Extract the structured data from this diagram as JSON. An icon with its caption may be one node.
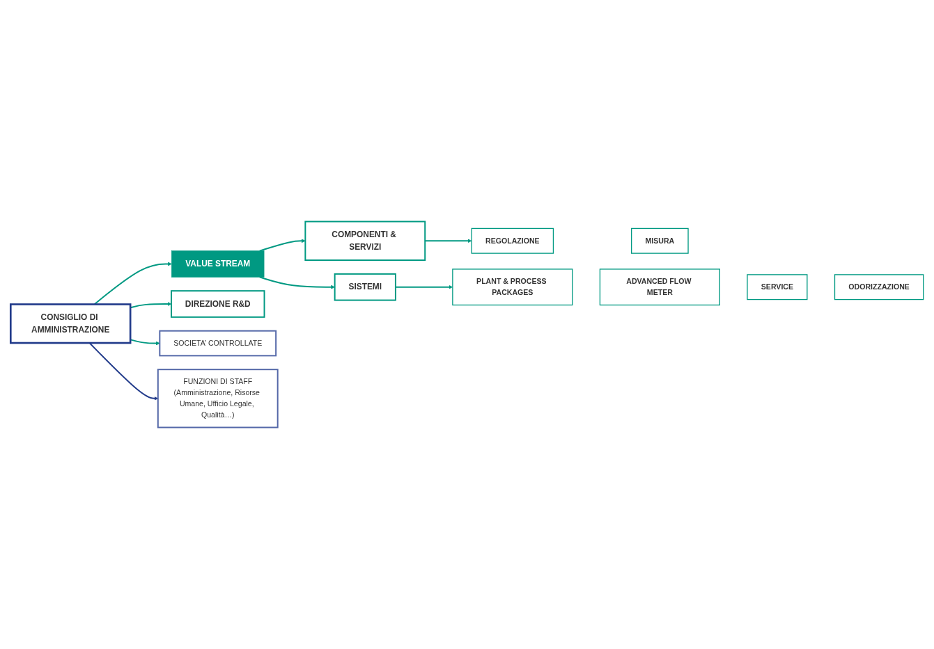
{
  "diagram": {
    "nodes": [
      {
        "text": [
          "VALUE STREAM"
        ]
      },
      {
        "text": [
          "COMPONENTI & SERVIZI"
        ]
      },
      {
        "text": [
          "REGOLAZIONE"
        ]
      },
      {
        "text": [
          "MISURA"
        ]
      },
      {
        "text": [
          "SISTEMI"
        ]
      },
      {
        "text": [
          "PLANT & PROCESS PACKAGES"
        ]
      },
      {
        "text": [
          "ADVANCED FLOW METER"
        ]
      },
      {
        "text": [
          "SERVICE"
        ]
      },
      {
        "text": [
          "ODORIZZAZIONE"
        ]
      },
      {
        "text": [
          "DIREZIONE R&D"
        ]
      },
      {
        "text": [
          "SOCIETA’ CONTROLLATE"
        ]
      },
      {
        "text": [
          "CONSIGLIO DI AMMINISTRAZIONE"
        ]
      },
      {
        "text": [
          "FUNZIONI DI STAFF",
          "(Amministrazione, Risorse Umane, Ufficio Legale, Qualità…)"
        ]
      }
    ],
    "edges": [
      {
        "from": 11,
        "to": 0,
        "arrow": "to"
      },
      {
        "from": 11,
        "to": 9,
        "arrow": "to"
      },
      {
        "from": 11,
        "to": 10,
        "arrow": "to"
      },
      {
        "from": 0,
        "to": 1,
        "arrow": "to"
      },
      {
        "from": 0,
        "to": 4,
        "arrow": "to"
      },
      {
        "from": 1,
        "to": 2,
        "arrow": "to"
      },
      {
        "from": 4,
        "to": 5,
        "arrow": "to"
      },
      {
        "from": 11,
        "to": 12,
        "arrow": "to",
        "color": "#213a8a"
      }
    ]
  }
}
